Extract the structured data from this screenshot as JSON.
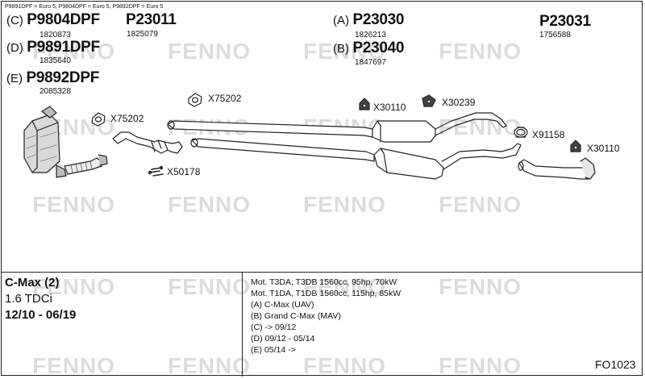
{
  "note": "P9891DPF = Euro 5, P9804DPF = Euro 5, P9892DPF = Euro 5",
  "parts": {
    "c": {
      "prefix": "(C)",
      "number": "P9804DPF",
      "code": "1820873"
    },
    "p23011": {
      "number": "P23011",
      "code": "1825079"
    },
    "a": {
      "prefix": "(A)",
      "number": "P23030",
      "code": "1826213"
    },
    "p23031": {
      "number": "P23031",
      "code": "1756588"
    },
    "d": {
      "prefix": "(D)",
      "number": "P9891DPF",
      "code": "1835640"
    },
    "b": {
      "prefix": "(B)",
      "number": "P23040",
      "code": "1847697"
    },
    "e": {
      "prefix": "(E)",
      "number": "P9892DPF",
      "code": "2085328"
    }
  },
  "labels": {
    "x75202_a": "X75202",
    "x75202_b": "X75202",
    "x50178": "X50178",
    "x30110_a": "X30110",
    "x30239": "X30239",
    "x91158": "X91158",
    "x30110_b": "X30110"
  },
  "watermark": "FENNO",
  "vehicle": {
    "model": "C-Max (2)",
    "engine": "1.6 TDCi",
    "years": "12/10 - 06/19"
  },
  "specs": [
    "Mot. T3DA, T3DB 1560cc, 95hp, 70kW",
    "Mot. T1DA, T1DB 1560cc, 115hp, 85kW",
    "(A) C-Max (UAV)",
    "(B) Grand C-Max (MAV)",
    "(C) -> 09/12",
    "(D) 09/12 - 05/14",
    "(E) 05/14 ->"
  ],
  "code": "FO1023"
}
